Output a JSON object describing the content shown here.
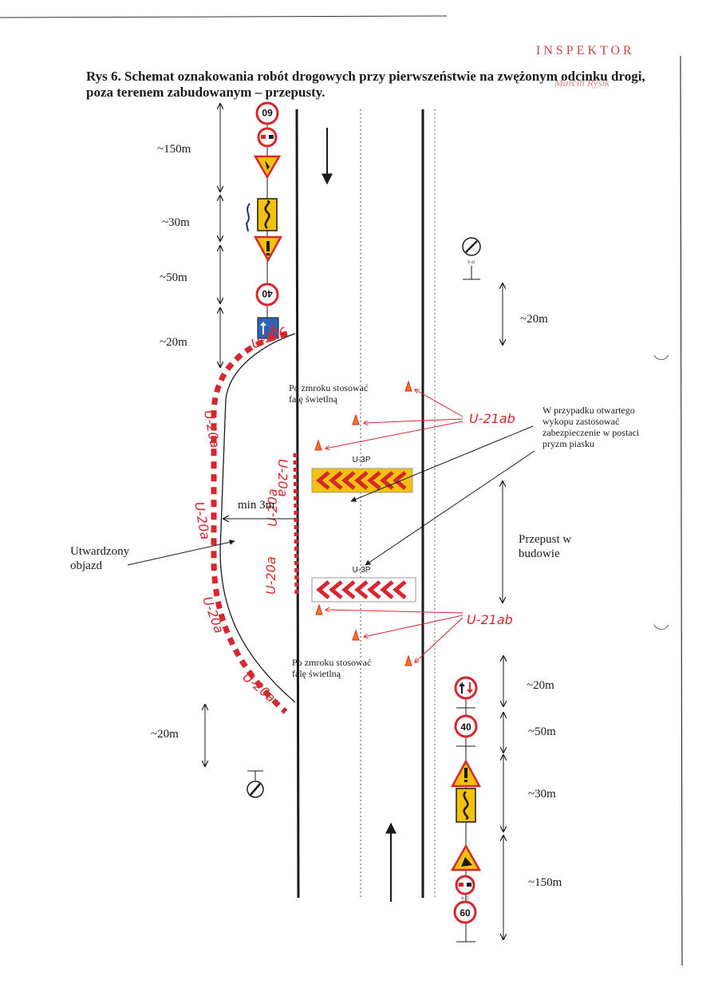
{
  "stamp": {
    "text": "INSPEKTOR",
    "name": "Marcin Rysik"
  },
  "title": {
    "line1": "Rys 6.  Schemat oznakowania robót drogowych przy pierwszeństwie na zwężonym odcinku drogi,",
    "line2": "poza terenem zabudowanym – przepusty."
  },
  "distances_left": [
    "~150m",
    "~30m",
    "~50m",
    "~20m",
    "~20m"
  ],
  "distances_right": [
    "~20m",
    "~20m",
    "~50m",
    "~30m",
    "~150m"
  ],
  "labels": {
    "min_width": "min 3m",
    "detour": "Utwardzony objazd",
    "culvert": "Przepust w budowie",
    "night_light_1": "Po zmroku stosować falę świetlną",
    "night_light_2": "Po zmroku stosować falę świetlną",
    "open_excavation": "W przypadku otwartego wykopu zastosować zabezpieczenie w postaci pryzm piasku"
  },
  "handwritten": {
    "cone_code": "U-21ab",
    "barrier_code": "U-20a",
    "barrier_code_alt": "U-20c"
  },
  "signs": {
    "u3p": "U-3P",
    "speed_limit": "40",
    "speed_end": "60",
    "b25": "B-25",
    "b42": "B-42"
  },
  "colors": {
    "red": "#d8262e",
    "yellow": "#f4c20d",
    "blue": "#2a64b6",
    "line": "#1a1a1a"
  }
}
